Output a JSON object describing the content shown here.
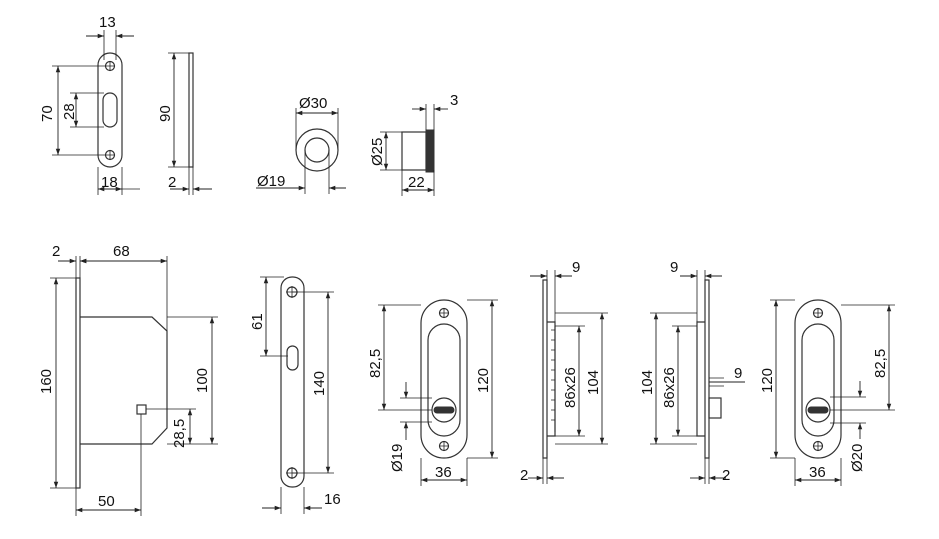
{
  "figure": {
    "strike_plate": {
      "width": "13",
      "height": "70",
      "slot": "28",
      "bottom_width": "18"
    },
    "edge_plate": {
      "height": "90",
      "thickness": "2"
    },
    "round_pull": {
      "outer": "Ø30",
      "inner": "Ø19"
    },
    "knob": {
      "diameter": "Ø25",
      "length": "22",
      "rim": "3"
    },
    "lock_body": {
      "faceplate": "2",
      "depth": "68",
      "height": "160",
      "cam_height": "100",
      "spindle_height": "28,5",
      "backset": "50"
    },
    "forend": {
      "top": "61",
      "height": "140",
      "width": "16"
    },
    "oval_pull_left": {
      "offset": "82,5",
      "height": "120",
      "hole": "Ø19",
      "width": "36"
    },
    "section_left": {
      "top": "9",
      "cutout": "86x26",
      "height": "104",
      "bottom": "2"
    },
    "section_right": {
      "top": "9",
      "height": "104",
      "cutout": "86x26",
      "side": "9",
      "bottom": "2"
    },
    "oval_pull_right": {
      "height": "120",
      "offset": "82,5",
      "hole": "Ø20",
      "width": "36"
    }
  }
}
